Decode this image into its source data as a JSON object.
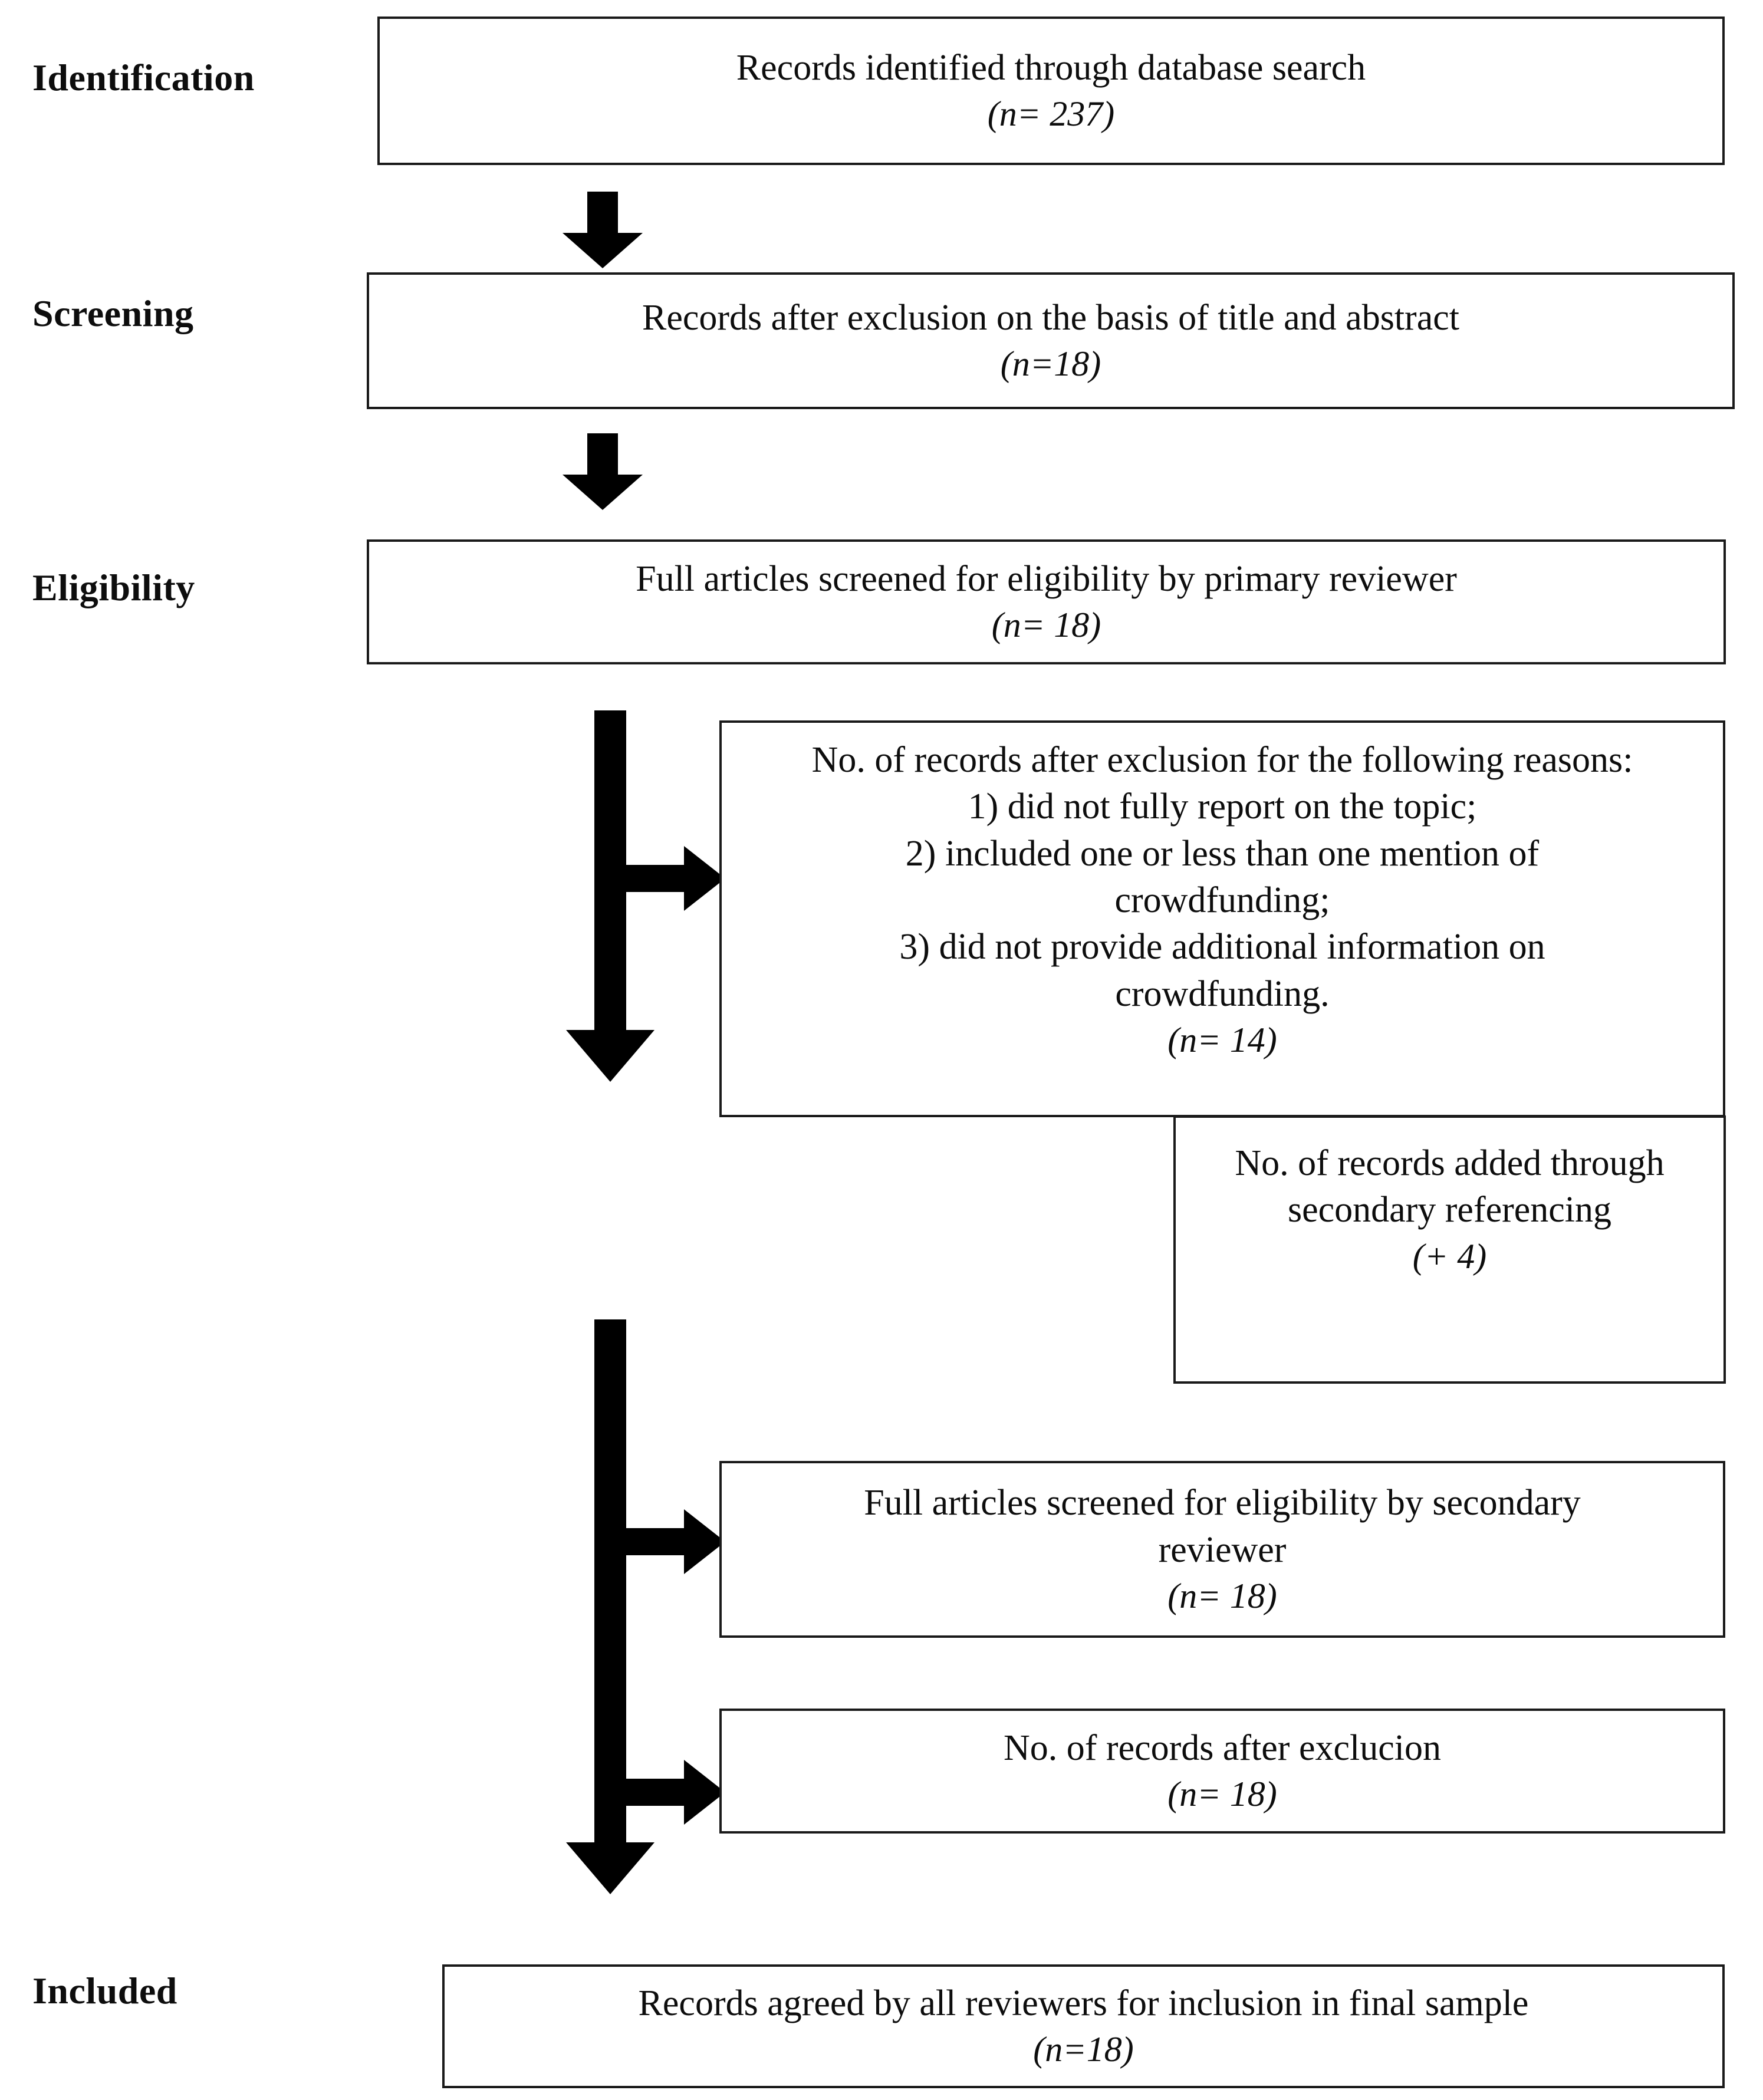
{
  "diagram": {
    "type": "prisma-flow-diagram",
    "stages": [
      {
        "id": "identification",
        "label": "Identification"
      },
      {
        "id": "screening",
        "label": "Screening"
      },
      {
        "id": "eligibility",
        "label": "Eligibility"
      },
      {
        "id": "included",
        "label": "Included"
      }
    ],
    "boxes": {
      "identification": {
        "text": "Records identified through database search",
        "count_prefix": "n",
        "count": "= 237",
        "count_full": "(n= 237)"
      },
      "screening": {
        "text": "Records after exclusion on the basis of title and abstract",
        "count_prefix": "n",
        "count": "=18",
        "count_full": "(n=18)"
      },
      "eligibility": {
        "text": "Full articles screened for eligibility by primary reviewer",
        "count_prefix": "n",
        "count": "= 18",
        "count_full": "(n= 18)"
      },
      "exclusion_reasons": {
        "heading": "No. of records after exclusion for the following reasons:",
        "reason_1": "1) did not fully report on the topic;",
        "reason_2": "2) included one or less than one mention of",
        "reason_2_cont": "crowdfunding;",
        "reason_3": "3) did not provide additional information on",
        "reason_3_cont": "crowdfunding.",
        "count_prefix": "n",
        "count": "= 14",
        "count_full": "(n= 14)"
      },
      "secondary_referencing": {
        "line_1": "No. of records added through",
        "line_2": "secondary referencing",
        "count_full": "(+ 4)"
      },
      "secondary_reviewer": {
        "line_1": "Full articles screened for eligibility by secondary",
        "line_2": "reviewer",
        "count_prefix": "n",
        "count": "= 18",
        "count_full": "(n= 18)"
      },
      "records_after_exclusion": {
        "text": "No. of records after exclucion",
        "count_prefix": "n",
        "count": "= 18",
        "count_full": "(n= 18)"
      },
      "included": {
        "text": "Records agreed by all reviewers for inclusion in final sample",
        "count_prefix": "n",
        "count": "=18",
        "count_full": "(n=18)"
      }
    },
    "connectors": [
      {
        "id": "identification-to-screening",
        "kind": "arrow-down"
      },
      {
        "id": "screening-to-eligibility",
        "kind": "arrow-down"
      },
      {
        "id": "eligibility-trunk",
        "kind": "arrow-down-long"
      },
      {
        "id": "eligibility-to-exclusion",
        "kind": "arrow-right"
      },
      {
        "id": "lower-trunk",
        "kind": "arrow-down-long"
      },
      {
        "id": "trunk-to-secondary-reviewer",
        "kind": "arrow-right"
      },
      {
        "id": "trunk-to-records-after-exclusion",
        "kind": "arrow-right"
      }
    ],
    "colors": {
      "ink": "#0d0d0d",
      "border": "#1a1a1a",
      "arrow": "#000000",
      "background": "#ffffff"
    }
  }
}
